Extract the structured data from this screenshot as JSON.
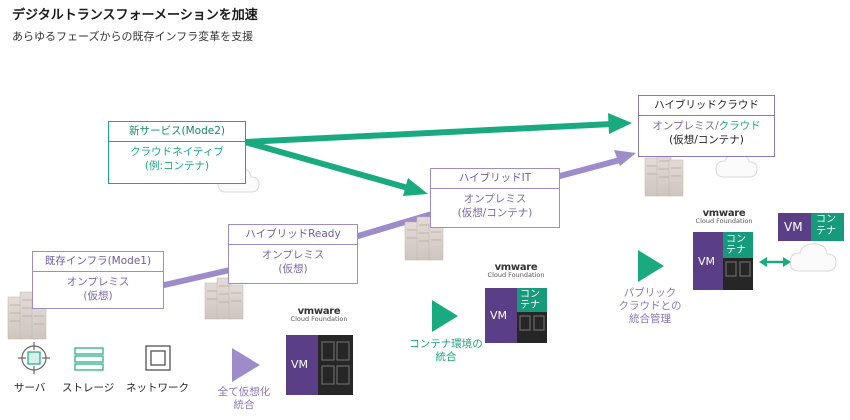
{
  "header": {
    "title": "デジタルトランスフォーメーションを加速",
    "subtitle": "あらゆるフェーズからの既存インフラ変革を支援"
  },
  "boxes": {
    "mode1": {
      "title": "既存インフラ(Mode1)",
      "line1": "オンプレミス",
      "line2": "(仮想)"
    },
    "ready": {
      "title": "ハイブリッドReady",
      "line1": "オンプレミス",
      "line2": "(仮想)"
    },
    "hybrid_it": {
      "title": "ハイブリッドIT",
      "line1": "オンプレミス",
      "line2": "(仮想/コンテナ)"
    },
    "mode2": {
      "title": "新サービス(Mode2)",
      "line1": "クラウドネイティブ",
      "line2": "(例:コンテナ)"
    },
    "hybrid_cloud": {
      "title": "ハイブリッドクラウド",
      "line1a": "オンプレミス",
      "line1sep": "/",
      "line1b": "クラウド",
      "line2": "(仮想/コンテナ)"
    }
  },
  "steps": [
    {
      "line1": "全て仮想化",
      "line2": "統合"
    },
    {
      "line1": "コンテナ環境の",
      "line2": "統合"
    },
    {
      "line1": "パブリック",
      "line2": "クラウドとの",
      "line3": "統合管理"
    }
  ],
  "vmware": {
    "brand": "vmware",
    "product": "Cloud Foundation",
    "vm": "VM",
    "container_a": "コン",
    "container_b": "テナ"
  },
  "legend": {
    "server": "サーバ",
    "storage": "ストレージ",
    "network": "ネットワーク"
  },
  "colors": {
    "purple": "#9d8cc9",
    "green": "#1aaa80",
    "dark_purple": "#5b3f86",
    "teal": "#159b7c"
  }
}
